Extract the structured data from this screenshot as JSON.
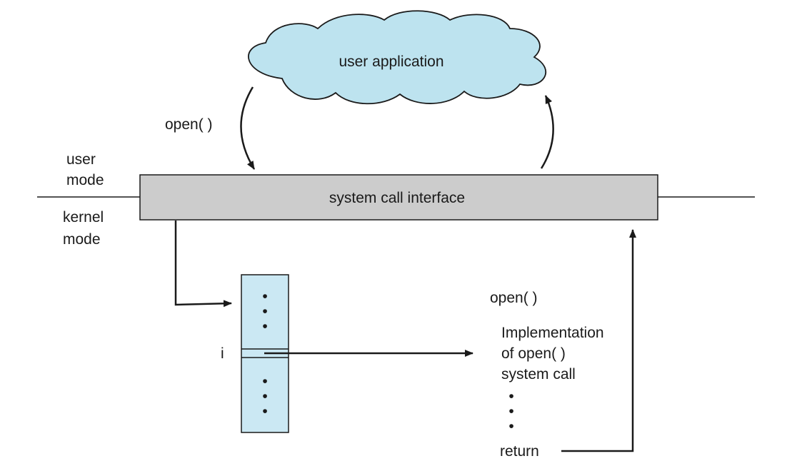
{
  "colors": {
    "cloud_fill": "#bde3ef",
    "interface_fill": "#cccccc",
    "table_fill": "#cbe8f3",
    "line": "#1a1a1a",
    "text": "#1a1a1a"
  },
  "cloud": {
    "label": "user application"
  },
  "interface_box": {
    "label": "system call interface"
  },
  "mode_labels": {
    "user": [
      "user",
      "mode"
    ],
    "kernel": [
      "kernel",
      "mode"
    ]
  },
  "call_label": "open( )",
  "table": {
    "index_label": "i",
    "ellipsis": "•"
  },
  "implementation": {
    "title": "open( )",
    "lines": [
      "Implementation",
      "of open( )",
      "system call"
    ],
    "return_label": "return"
  }
}
